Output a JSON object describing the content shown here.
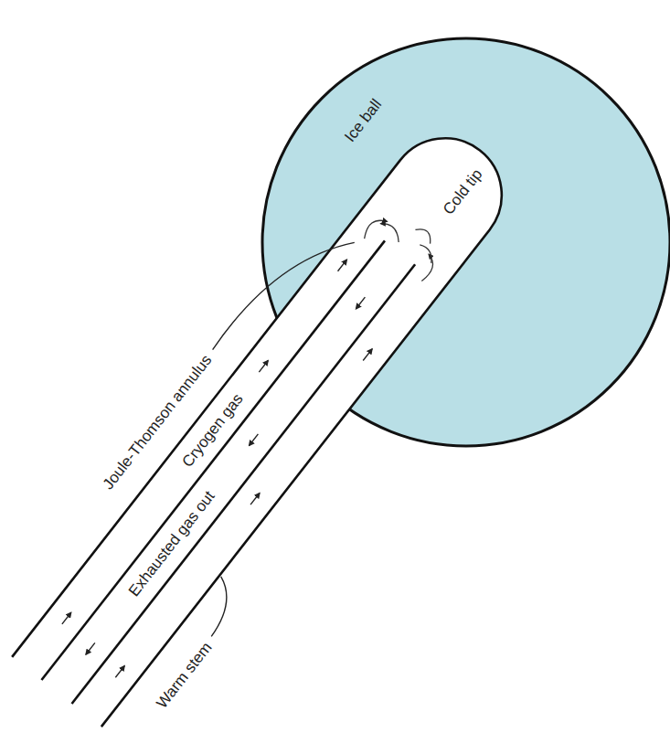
{
  "diagram": {
    "nodes": [
      {
        "text": [
          "Ice ball"
        ]
      }
    ],
    "labels": [
      "Cold tip",
      "Joule-Thomson annulus",
      "Cryogen gas",
      "Exhausted gas out",
      "Warm stem"
    ]
  }
}
